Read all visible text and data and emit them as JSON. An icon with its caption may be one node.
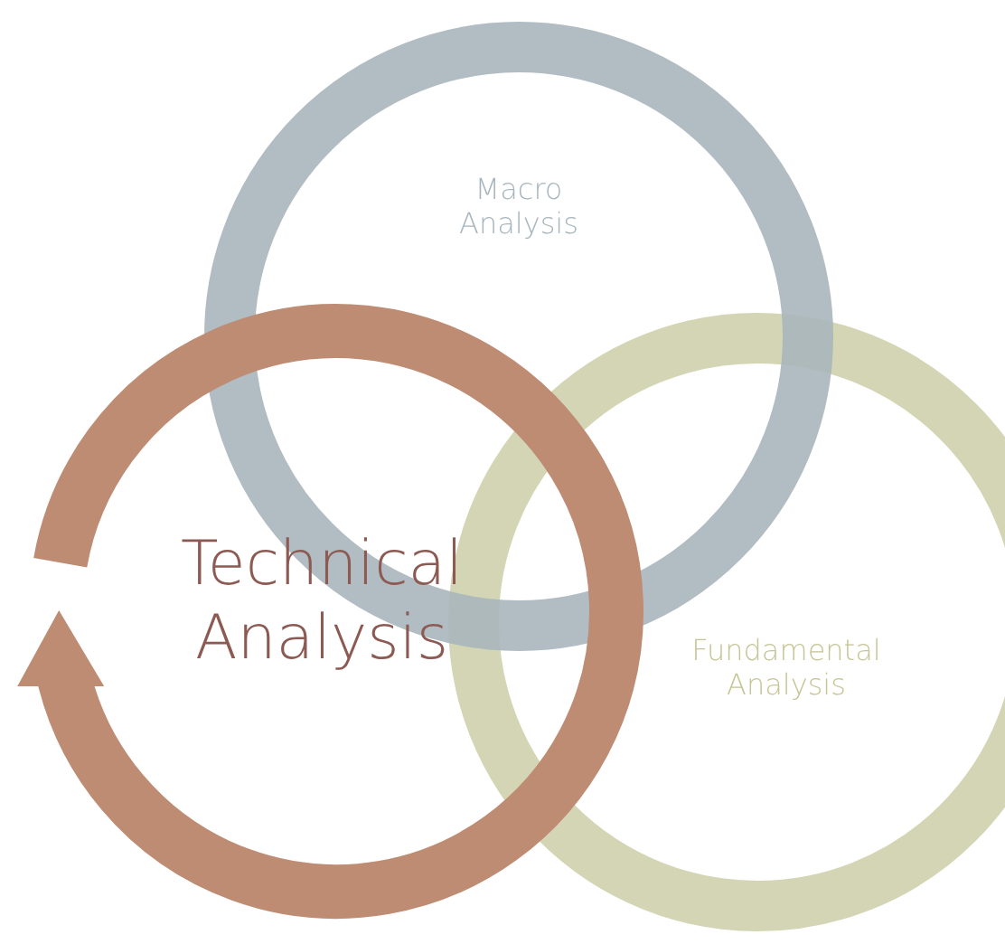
{
  "diagram": {
    "nodes": [
      {
        "text": [
          "Macro Analysis"
        ]
      },
      {
        "text": [
          "Fundamental Analysis"
        ]
      },
      {
        "text": [
          "Technical Analysis"
        ]
      }
    ]
  }
}
